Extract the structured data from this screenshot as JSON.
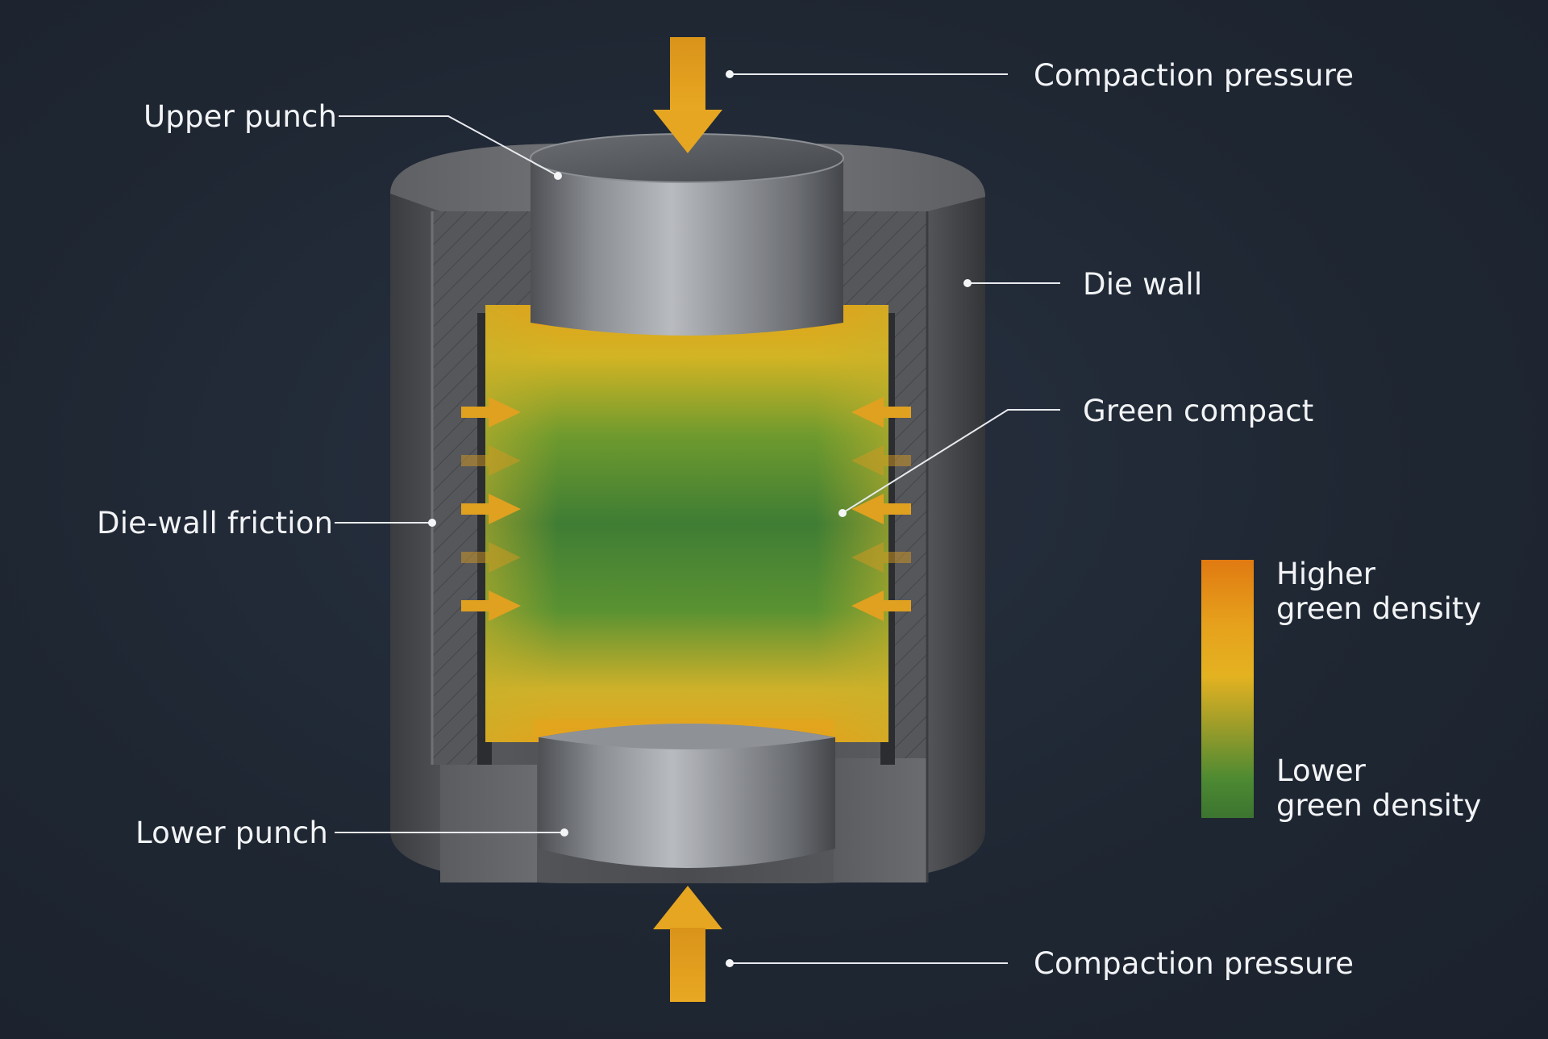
{
  "labels": {
    "compaction_top": "Compaction pressure",
    "upper_punch": "Upper punch",
    "die_wall": "Die wall",
    "green_compact": "Green compact",
    "die_wall_friction": "Die-wall friction",
    "lower_punch": "Lower punch",
    "compaction_bottom": "Compaction pressure"
  },
  "legend": {
    "high_line1": "Higher",
    "high_line2": "green density",
    "low_line1": "Lower",
    "low_line2": "green density"
  },
  "colors": {
    "background": "#1f2733",
    "arrow": "#e0a020",
    "high_density": "#e07a12",
    "mid_density": "#e4b221",
    "low_density": "#3c7430",
    "steel": "#8a8e94",
    "leader_line": "#e8eaed"
  }
}
